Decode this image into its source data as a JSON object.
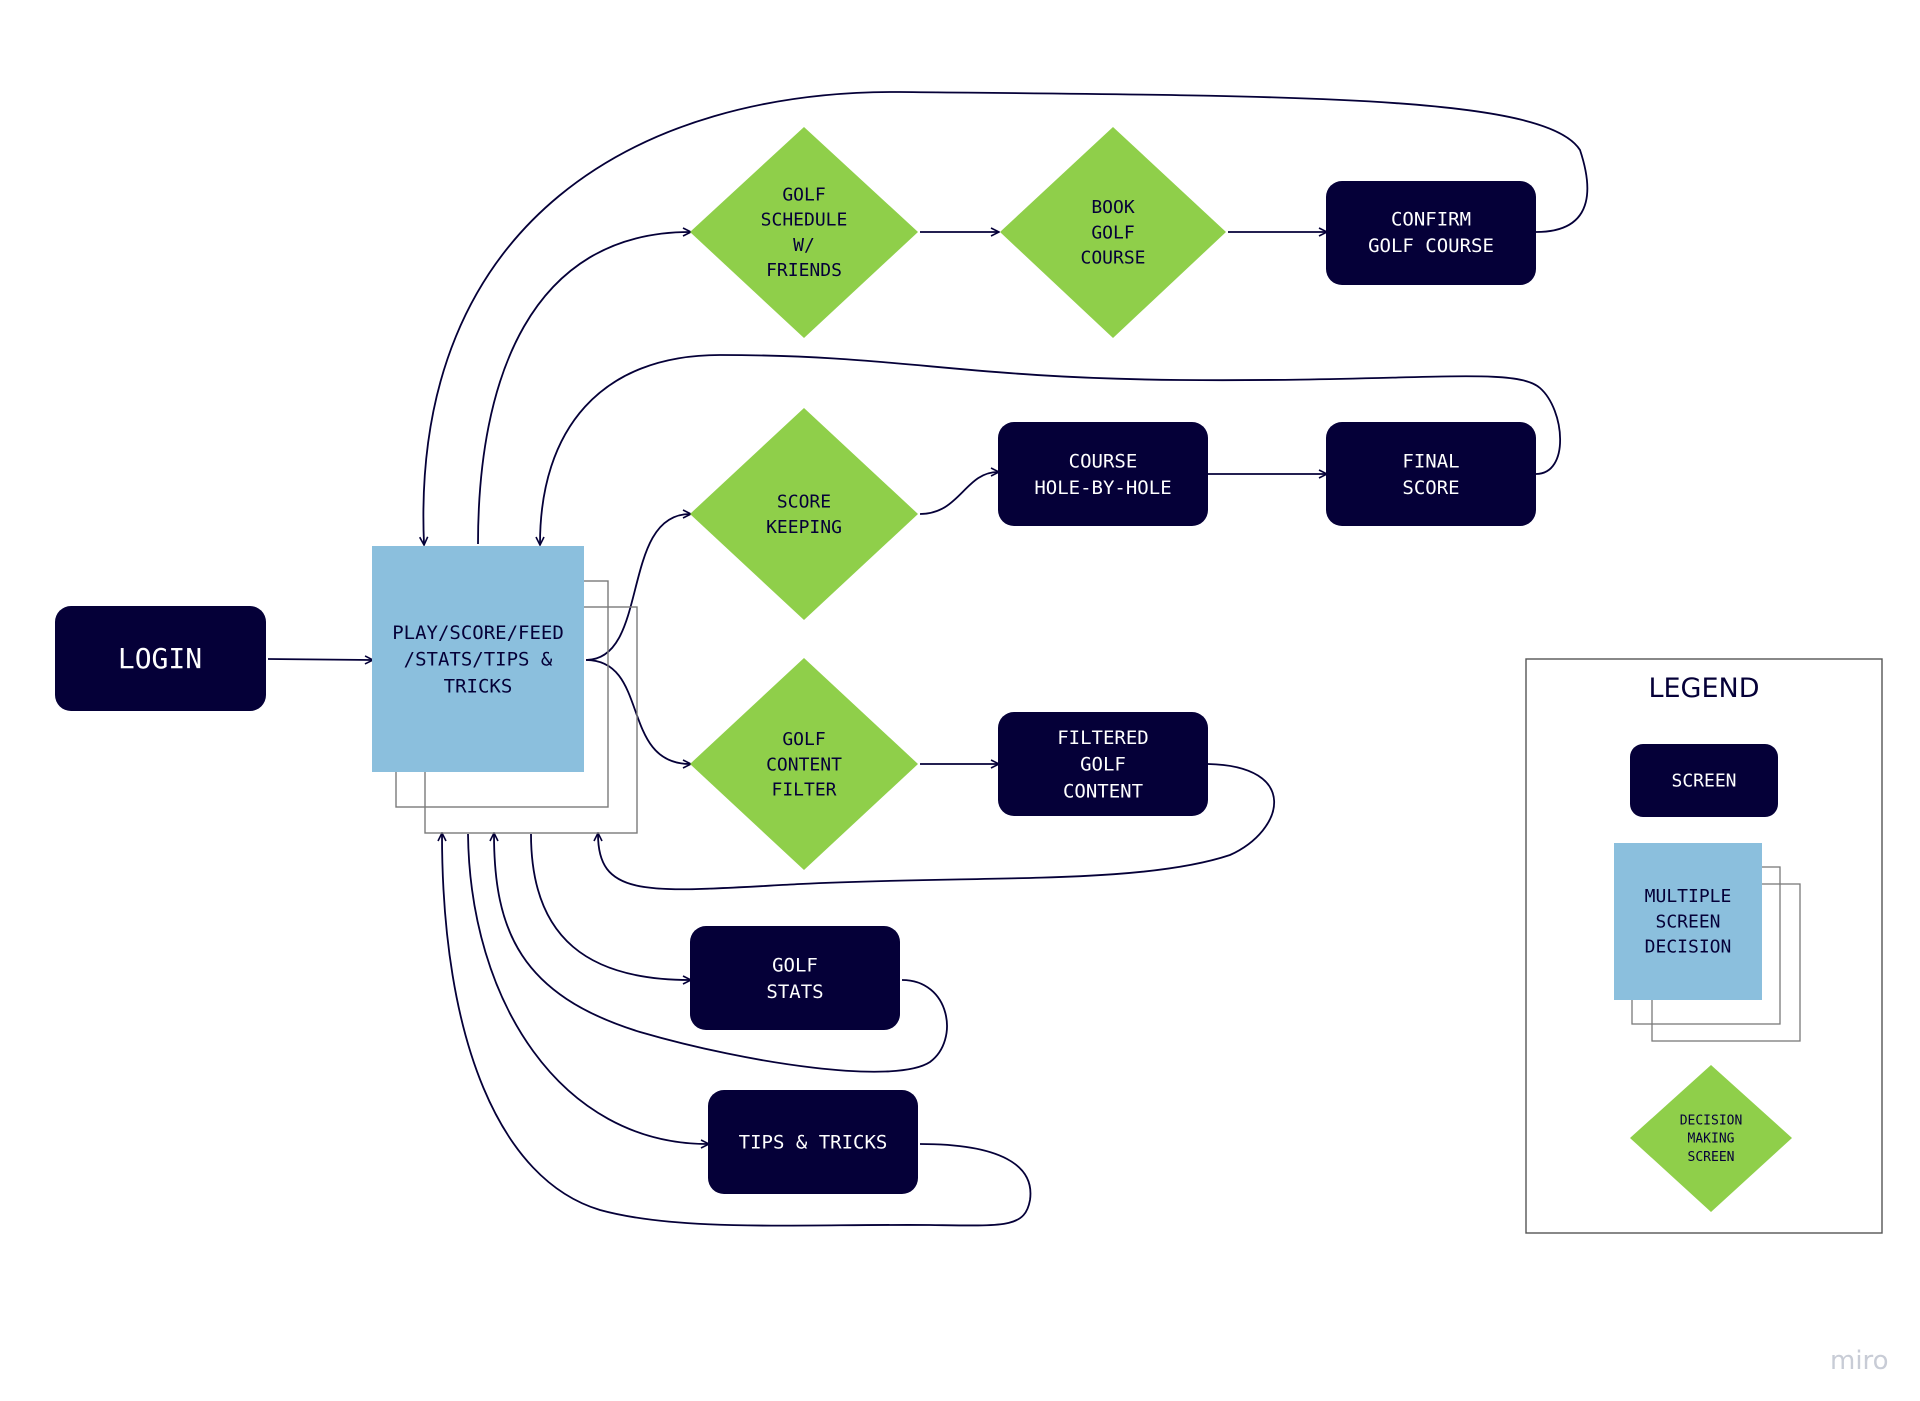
{
  "colors": {
    "screen": "#050038",
    "multi": "#8bbfdd",
    "decision": "#8fcf4a",
    "line": "#050038",
    "outline": "#7a7a7a"
  },
  "nodes": {
    "login": {
      "lines": [
        "LOGIN"
      ]
    },
    "hub": {
      "lines": [
        "PLAY/SCORE/FEED",
        "/STATS/TIPS &",
        "TRICKS"
      ]
    },
    "golf_schedule": {
      "lines": [
        "GOLF",
        "SCHEDULE",
        "W/",
        "FRIENDS"
      ]
    },
    "book_golf_course": {
      "lines": [
        "BOOK",
        "GOLF",
        "COURSE"
      ]
    },
    "confirm_golf_course": {
      "lines": [
        "CONFIRM",
        "GOLF COURSE"
      ]
    },
    "score_keeping": {
      "lines": [
        "SCORE",
        "KEEPING"
      ]
    },
    "course_hole_by_hole": {
      "lines": [
        "COURSE",
        "HOLE-BY-HOLE"
      ]
    },
    "final_score": {
      "lines": [
        "FINAL",
        "SCORE"
      ]
    },
    "golf_content_filter": {
      "lines": [
        "GOLF",
        "CONTENT",
        "FILTER"
      ]
    },
    "filtered_golf_content": {
      "lines": [
        "FILTERED",
        "GOLF",
        "CONTENT"
      ]
    },
    "golf_stats": {
      "lines": [
        "GOLF",
        "STATS"
      ]
    },
    "tips_tricks": {
      "lines": [
        "TIPS & TRICKS"
      ]
    }
  },
  "legend": {
    "title": "LEGEND",
    "screen": {
      "lines": [
        "SCREEN"
      ]
    },
    "multi": {
      "lines": [
        "MULTIPLE",
        "SCREEN",
        "DECISION"
      ]
    },
    "decision": {
      "lines": [
        "DECISION",
        "MAKING",
        "SCREEN"
      ]
    }
  },
  "watermark": "miro"
}
